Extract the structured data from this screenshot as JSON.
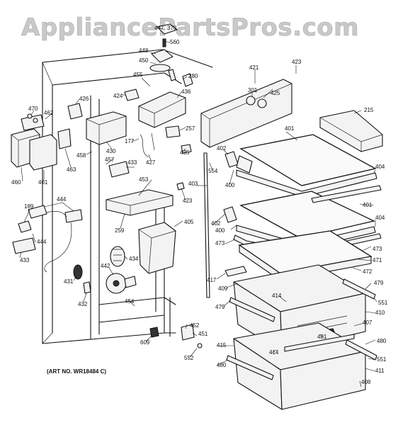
{
  "watermark": "AppliancePartsPros.com",
  "art_number": "(ART NO. WR18484 C)",
  "callouts": [
    {
      "id": "447",
      "text": "447"
    },
    {
      "id": "378",
      "text": "378"
    },
    {
      "id": "560",
      "text": "560"
    },
    {
      "id": "448",
      "text": "448"
    },
    {
      "id": "450",
      "text": "450"
    },
    {
      "id": "455",
      "text": "455"
    },
    {
      "id": "280",
      "text": "280"
    },
    {
      "id": "421",
      "text": "421"
    },
    {
      "id": "423a",
      "text": "423"
    },
    {
      "id": "436",
      "text": "436"
    },
    {
      "id": "424",
      "text": "424"
    },
    {
      "id": "426",
      "text": "426"
    },
    {
      "id": "301",
      "text": "301"
    },
    {
      "id": "425",
      "text": "425"
    },
    {
      "id": "470",
      "text": "470"
    },
    {
      "id": "462",
      "text": "462"
    },
    {
      "id": "215",
      "text": "215"
    },
    {
      "id": "401a",
      "text": "401"
    },
    {
      "id": "257",
      "text": "257"
    },
    {
      "id": "177",
      "text": "177"
    },
    {
      "id": "430",
      "text": "430"
    },
    {
      "id": "458",
      "text": "458"
    },
    {
      "id": "463",
      "text": "463"
    },
    {
      "id": "427",
      "text": "427"
    },
    {
      "id": "435",
      "text": "435"
    },
    {
      "id": "402a",
      "text": "402"
    },
    {
      "id": "554",
      "text": "554"
    },
    {
      "id": "404a",
      "text": "404"
    },
    {
      "id": "457",
      "text": "457"
    },
    {
      "id": "433a",
      "text": "433"
    },
    {
      "id": "400a",
      "text": "400"
    },
    {
      "id": "460",
      "text": "460"
    },
    {
      "id": "461",
      "text": "461"
    },
    {
      "id": "453",
      "text": "453"
    },
    {
      "id": "403",
      "text": "403"
    },
    {
      "id": "423b",
      "text": "423"
    },
    {
      "id": "444a",
      "text": "444"
    },
    {
      "id": "189",
      "text": "189"
    },
    {
      "id": "401b",
      "text": "401"
    },
    {
      "id": "405",
      "text": "405"
    },
    {
      "id": "402b",
      "text": "402"
    },
    {
      "id": "404b",
      "text": "404"
    },
    {
      "id": "259",
      "text": "259"
    },
    {
      "id": "400b",
      "text": "400"
    },
    {
      "id": "444b",
      "text": "444"
    },
    {
      "id": "473a",
      "text": "473"
    },
    {
      "id": "473b",
      "text": "473"
    },
    {
      "id": "433b",
      "text": "433"
    },
    {
      "id": "434",
      "text": "434"
    },
    {
      "id": "471",
      "text": "471"
    },
    {
      "id": "442",
      "text": "442"
    },
    {
      "id": "472",
      "text": "472"
    },
    {
      "id": "417",
      "text": "417"
    },
    {
      "id": "431",
      "text": "431"
    },
    {
      "id": "409",
      "text": "409"
    },
    {
      "id": "479a",
      "text": "479"
    },
    {
      "id": "414a",
      "text": "414"
    },
    {
      "id": "432",
      "text": "432"
    },
    {
      "id": "454",
      "text": "454"
    },
    {
      "id": "551a",
      "text": "551"
    },
    {
      "id": "479b",
      "text": "479"
    },
    {
      "id": "410",
      "text": "410"
    },
    {
      "id": "452",
      "text": "452"
    },
    {
      "id": "407",
      "text": "407"
    },
    {
      "id": "451",
      "text": "451"
    },
    {
      "id": "609",
      "text": "609"
    },
    {
      "id": "481",
      "text": "481"
    },
    {
      "id": "480a",
      "text": "480"
    },
    {
      "id": "415",
      "text": "415"
    },
    {
      "id": "414b",
      "text": "414"
    },
    {
      "id": "552",
      "text": "552"
    },
    {
      "id": "551b",
      "text": "551"
    },
    {
      "id": "480b",
      "text": "480"
    },
    {
      "id": "411",
      "text": "411"
    },
    {
      "id": "408",
      "text": "408"
    }
  ]
}
